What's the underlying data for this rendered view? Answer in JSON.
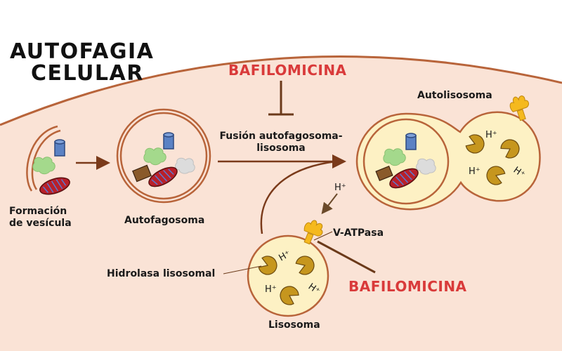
{
  "title": {
    "line1": "AUTOFAGIA",
    "line2": "CELULAR"
  },
  "inhibitor": {
    "top": "BAFILOMICINA",
    "bottom": "BAFILOMICINA"
  },
  "labels": {
    "vesicle_formation_1": "Formación",
    "vesicle_formation_2": "de vesícula",
    "autophagosome": "Autofagosoma",
    "fusion_1": "Fusión autofagosoma-",
    "fusion_2": "lisosoma",
    "autolysosome": "Autolisosoma",
    "vatpase": "V-ATPasa",
    "hydrolase": "Hidrolasa lisosomal",
    "lysosome": "Lisosoma",
    "proton": "H⁺"
  },
  "colors": {
    "cytoplasm": "#fae3d6",
    "membrane": "#b8643a",
    "arrow": "#7a3a1a",
    "vesicle_fill": "#fdf1c4",
    "hydrolase": "#c6961e",
    "pump": "#f5b91e",
    "mitochondrion": "#b8202a",
    "cylinder": "#5b82c4",
    "green_blob": "#a4d98c",
    "gray_blob": "#d8d8d8",
    "brown_box": "#8a5a2a",
    "inhibitor_text": "#d93a3a"
  }
}
